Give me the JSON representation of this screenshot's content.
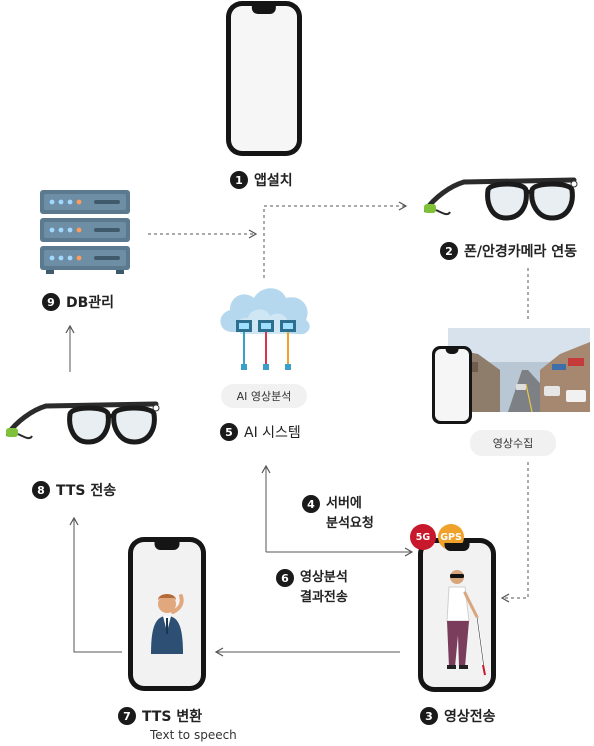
{
  "steps": {
    "s1": {
      "num": "1",
      "label": "앱설치"
    },
    "s2": {
      "num": "2",
      "label": "폰/안경카메라 연동"
    },
    "s3": {
      "num": "3",
      "label": "영상전송"
    },
    "s4": {
      "num": "4",
      "line1": "서버에",
      "line2": "분석요청"
    },
    "s5": {
      "num": "5",
      "label": "AI 시스템"
    },
    "s6": {
      "num": "6",
      "line1": "영상분석",
      "line2": "결과전송"
    },
    "s7": {
      "num": "7",
      "label": "TTS 변환",
      "sub": "Text to speech"
    },
    "s8": {
      "num": "8",
      "label": "TTS 전송"
    },
    "s9": {
      "num": "9",
      "label": "DB관리"
    }
  },
  "labels": {
    "ai_analysis": "AI 영상분석",
    "video_collect": "영상수집"
  },
  "badges": {
    "g5": "5G",
    "gps": "GPS"
  },
  "colors": {
    "server_body": "#5b7a90",
    "cloud": "#a9cde6",
    "badge_5g": "#c8182b",
    "badge_gps": "#f0a12a",
    "arrow": "#555555"
  },
  "icons": {
    "server": "server-rack-icon",
    "cloud": "cloud-network-icon",
    "glasses": "smart-glasses-icon",
    "phone": "smartphone-icon"
  }
}
